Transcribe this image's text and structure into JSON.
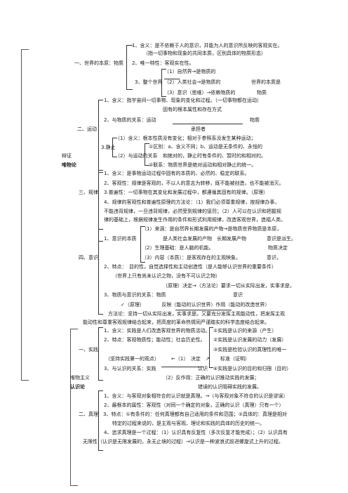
{
  "lines": {
    "l0": "1、含义：是不依赖于人的意识，并能为人的意识所反映的客观实在。",
    "l1": "（指一切事物和现象的共同本质，区别具体的物质形态）",
    "l2a": "一、世界的本原：物质",
    "l2b": "2、唯一特性：客观实在性。",
    "l3": "（1）自然界→是物质的",
    "l4a": "3、整个世界",
    "l4b": "（2）人类社会→是物质的",
    "l4c": "世界的本质是",
    "l5a": "（3）意识（思维）→依赖物质的",
    "l5b": "物质",
    "l6": "1、含义：指宇宙间一切事物、现象的变化和过程。（一切事物都在运动）",
    "l7": "固有的根本属性和存在方式",
    "l8a": "2、与物质的关系：运动",
    "l8b": "物质",
    "l9": "二、运动",
    "l10": "承担者",
    "l11": "（1）含义：根本性质没有变化；相对于参照系没发生某种运动；",
    "l12a": "3.静止",
    "l12b": "①区别：a、含义不同；b、运动是无条件的、永恒的",
    "l13a": "（2）与运动的关系",
    "l13b": "和绝对的，静止时有条件的、暂时的和相对的。",
    "l14a": "辩证",
    "l14b": "②联系：物质世界是绝对运动和相对静止的统一。",
    "l15": "唯物论",
    "l16": "1、含义：是事物运动过程中固有的本质的、必然的、稳定的联系。",
    "l17": "2、客观性：规律是客观的，不以人的意志为转移，既不能被创造，也不能被消灭。",
    "l18": "三、规律",
    "l19": "3.普遍性：一切事物在其变化和发展过程中，都遵循其固有的规律。（原理）",
    "l20": "4、规律的客观性和普遍性原理的方法论：（1）我们必须尊重规律，按规律办事，",
    "l21": "不能违背规律，一旦违背规律，必然受到规律的惩罚；（2）人可以在认识和把握规",
    "l22": "律的基础上，根据规律发生作用的条件和形式利用规律，改造客观世界，造福人类。",
    "l23": "（1）来源：是自然界长期发展的产物→是物质世界物质是本原，",
    "l24a": "1、意识的本质",
    "l24b": "是人类社会发展的产物　长期发展产物",
    "l24c": "意识是派生。",
    "l25a": "（2）生理基础：是人脑的机能。",
    "l25b": "物质决定",
    "l26a": "四、意识",
    "l26b": "（3）内容（本质）：是客观存在的主观映象。",
    "l26c": "意识，",
    "l27": "2、特点：　目的性，自觉选择性和主动创造性（是人能够认识世界的重要条件）",
    "l28": "（世界上只有尚未认识之物，没有不可认识之物）",
    "l29": "（原理）决定→（方法论）要求一切从实际出发，实事求是，",
    "l30a": "3、物质与意识的关系：物质",
    "l30b": "意识",
    "l31": "✓（原理）　　　　反映（能动的认识世界）作用（能动的改造世界）",
    "l32": "方法论：坚持一切从实际出发，实事求是。又要充分发挥主观能动性，把发挥主观",
    "l33": "能动性和尊重客观规律结合起来，把高度的革命热情同严谨踏实的科学态度结合起来。",
    "l34": "1、含义：实践是人们改造客观世界的物质活动。",
    "l34b": "①实践是认识的来源（产生）",
    "l35": "2、特点：客观物质性；能动性；社会历史性。",
    "l35b": "②实践是认识发展的动力（发展）",
    "l36a": "一、实践",
    "l36b": "③实践是检验认识的真理性的唯一",
    "l37a": "（坚持实践第一的观点）",
    "l37b": "←（1）　决定　↗",
    "l37c": "标准（证明）",
    "l38a": "3、与认识的关系：实践",
    "l38b": "认识",
    "l38c": "④实践是认识的目的和归宿（目的）",
    "l39a": "唯物主义",
    "l39b": "（2）反作用：正确的认识推动实践的发展；",
    "l40a": "认识论",
    "l40b": "错误的认识阻碍实践的发展。",
    "l41": "1、含义：与客观对象相符合的认识就是真理。→（与客观对象不符合的认识是谬误）",
    "l42": "2、最根本的属性：客观性（对同一个确定的对象，正确的认识（真理）只有一个）",
    "l43": "二、真理　3、特点：①有条件的：任何真理都有自己适用的条件和范围；②具体的：真理是相对",
    "l44": "特定的过程来说的，是主观与客观、理论和实践的具体的历史的统一。",
    "l45": "4、追求真理是一个过程：（1）认识具有反复性（多次反复才能完成）；（2）认识具有",
    "l46": "无限性（认识是无限发展的，永无止境的过程）→认识是一种波浪式前进螺旋式上升的过程。"
  }
}
